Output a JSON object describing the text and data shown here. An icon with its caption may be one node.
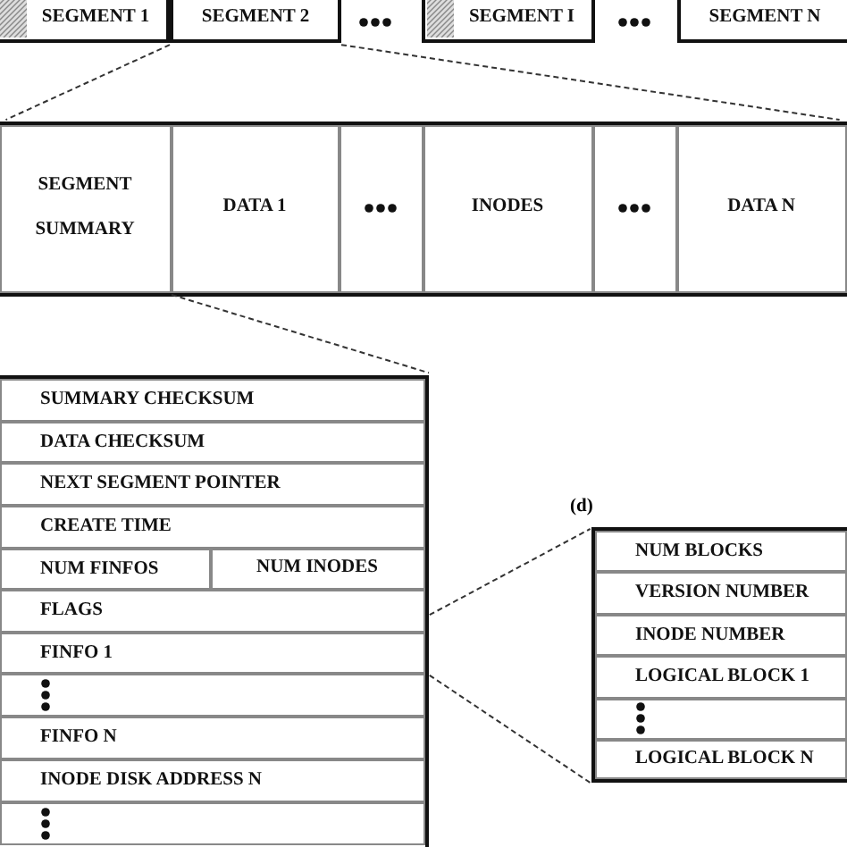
{
  "diagram": {
    "nodes": [
      {
        "text": [
          "SEGMENT 1"
        ]
      },
      {
        "text": [
          "SEGMENT 2"
        ]
      },
      {
        "text": [
          "SEGMENT I"
        ]
      },
      {
        "text": [
          "SEGMENT N"
        ]
      },
      {
        "text": [],
        "shape": "box"
      },
      {
        "text": [
          "SEGMENT SUMMARY"
        ],
        "in": 4
      },
      {
        "text": [
          "DATA 1"
        ],
        "in": 4
      },
      {
        "text": [],
        "shape": "box",
        "in": 4
      },
      {
        "text": [
          "INODES"
        ],
        "in": 4
      },
      {
        "text": [],
        "shape": "box",
        "in": 4
      },
      {
        "text": [
          "DATA N"
        ],
        "in": 4
      },
      {
        "text": [],
        "shape": "box"
      },
      {
        "text": [
          "SUMMARY CHECKSUM"
        ],
        "in": 11
      },
      {
        "text": [
          "DATA CHECKSUM"
        ],
        "in": 11
      },
      {
        "text": [
          "NEXT SEGMENT POINTER"
        ],
        "in": 11
      },
      {
        "text": [
          "CREATE TIME"
        ],
        "in": 11
      },
      {
        "text": [
          "NUM FINFOS"
        ],
        "in": 11
      },
      {
        "text": [
          "NUM INODES"
        ],
        "in": 11
      },
      {
        "text": [
          "FLAGS"
        ],
        "in": 11
      },
      {
        "text": [
          "FINFO 1"
        ],
        "in": 11
      },
      {
        "text": [],
        "shape": "box",
        "in": 11
      },
      {
        "text": [
          "FINFO N"
        ],
        "in": 11
      },
      {
        "text": [
          "INODE DISK ADDRESS N"
        ],
        "in": 11
      },
      {
        "text": [],
        "shape": "box",
        "in": 11
      },
      {
        "text": [],
        "shape": "box",
        "beside": [
          "(d)"
        ]
      },
      {
        "text": [
          "NUM BLOCKS"
        ],
        "in": 24
      },
      {
        "text": [
          "VERSION NUMBER"
        ],
        "in": 24
      },
      {
        "text": [
          "INODE NUMBER"
        ],
        "in": 24
      },
      {
        "text": [
          "LOGICAL BLOCK 1"
        ],
        "in": 24
      },
      {
        "text": [],
        "shape": "box",
        "in": 24
      },
      {
        "text": [
          "LOGICAL BLOCK N"
        ],
        "in": 24
      }
    ],
    "edges": [
      {
        "from": 1,
        "to": 4,
        "arrow": "none",
        "style": "dashed"
      },
      {
        "from": 1,
        "to": 4,
        "arrow": "none",
        "style": "dashed"
      },
      {
        "from": 5,
        "to": 11,
        "arrow": "none",
        "style": "dashed"
      },
      {
        "from": 19,
        "to": 24,
        "arrow": "none",
        "style": "dashed"
      },
      {
        "from": 19,
        "to": 24,
        "arrow": "none",
        "style": "dashed"
      }
    ]
  }
}
